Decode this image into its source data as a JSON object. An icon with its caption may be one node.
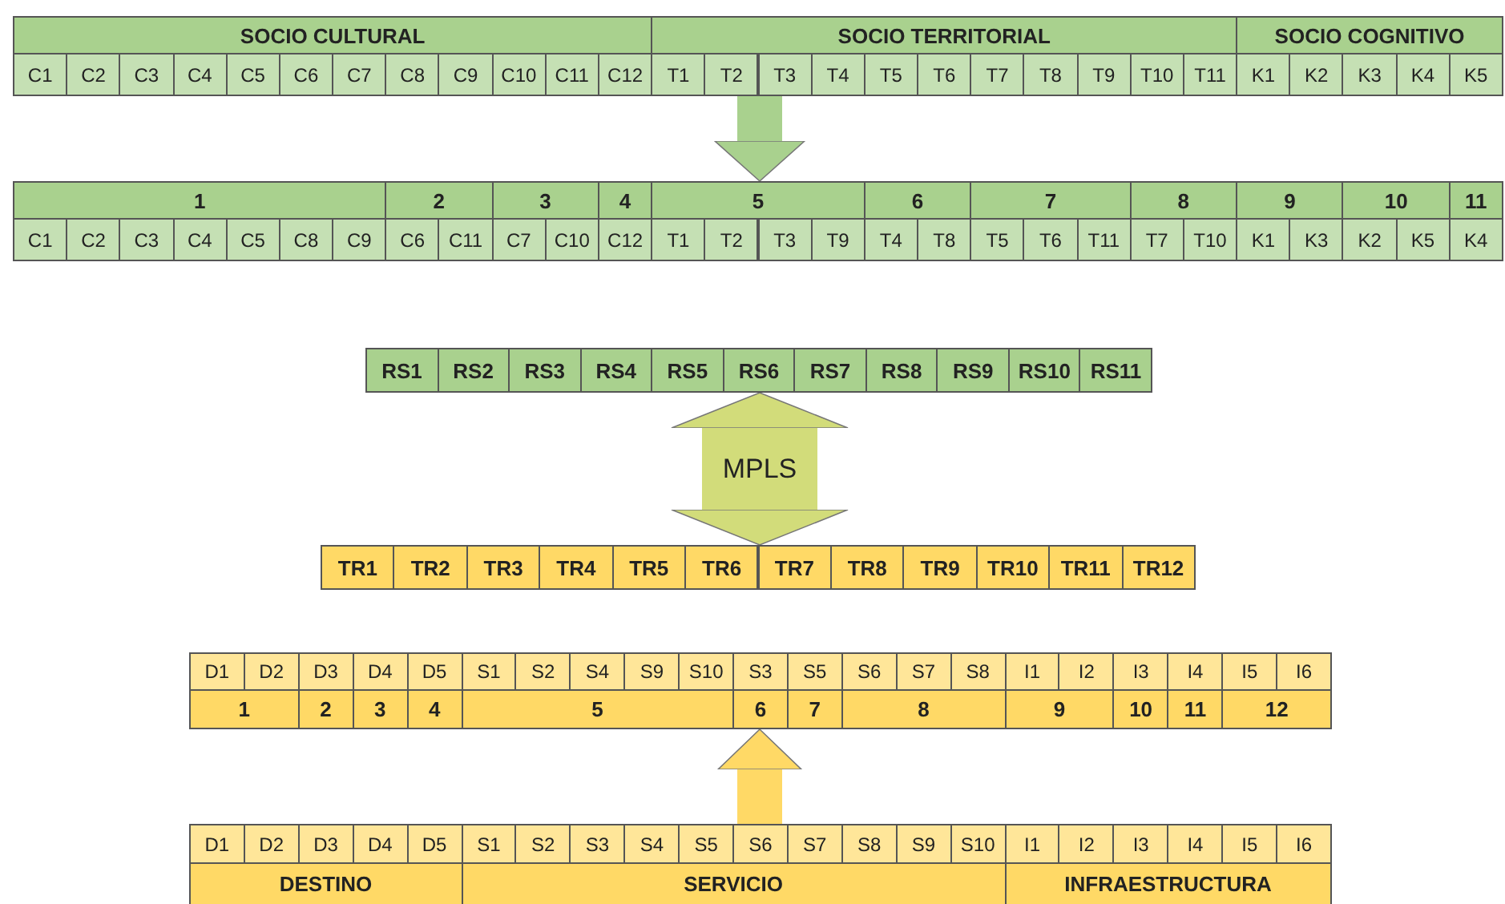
{
  "diagram": {
    "nodes": [
      {
        "text": [
          "SOCIO CULTURAL",
          "SOCIO TERRITORIAL",
          "SOCIO COGNITIVO",
          "C1",
          "C2",
          "C3",
          "C4",
          "C5",
          "C6",
          "C7",
          "C8",
          "C9",
          "C10",
          "C11",
          "C12",
          "T1",
          "T2",
          "T3",
          "T4",
          "T5",
          "T6",
          "T7",
          "T8",
          "T9",
          "T10",
          "T11",
          "K1",
          "K2",
          "K3",
          "K4",
          "K5"
        ]
      },
      {
        "text": [
          "1",
          "2",
          "3",
          "4",
          "5",
          "6",
          "7",
          "8",
          "9",
          "10",
          "11",
          "C1",
          "C2",
          "C3",
          "C4",
          "C5",
          "C8",
          "C9",
          "C6",
          "C11",
          "C7",
          "C10",
          "C12",
          "T1",
          "T2",
          "T3",
          "T9",
          "T4",
          "T8",
          "T5",
          "T6",
          "T11",
          "T7",
          "T10",
          "K1",
          "K3",
          "K2",
          "K5",
          "K4"
        ]
      },
      {
        "text": [
          "RS1",
          "RS2",
          "RS3",
          "RS4",
          "RS5",
          "RS6",
          "RS7",
          "RS8",
          "RS9",
          "RS10",
          "RS11"
        ]
      },
      {
        "text": [
          "TR1",
          "TR2",
          "TR3",
          "TR4",
          "TR5",
          "TR6",
          "TR7",
          "TR8",
          "TR9",
          "TR10",
          "TR11",
          "TR12"
        ]
      },
      {
        "text": [
          "D1",
          "D2",
          "D3",
          "D4",
          "D5",
          "S1",
          "S2",
          "S4",
          "S9",
          "S10",
          "S3",
          "S5",
          "S6",
          "S7",
          "S8",
          "I1",
          "I2",
          "I3",
          "I4",
          "I5",
          "I6",
          "1",
          "2",
          "3",
          "4",
          "5",
          "6",
          "7",
          "8",
          "9",
          "10",
          "11",
          "12"
        ]
      },
      {
        "text": [
          "D1",
          "D2",
          "D3",
          "D4",
          "D5",
          "S1",
          "S2",
          "S3",
          "S4",
          "S5",
          "S6",
          "S7",
          "S8",
          "S9",
          "S10",
          "I1",
          "I2",
          "I3",
          "I4",
          "I5",
          "I6",
          "DESTINO",
          "SERVICIO",
          "INFRAESTRUCTURA"
        ]
      }
    ],
    "edges": [
      {
        "from": 0,
        "to": 1,
        "arrow": "to",
        "color": "#a9d18e"
      },
      {
        "from": 2,
        "to": 3,
        "arrow": "both",
        "label": "MPLS",
        "style": "thick",
        "color": "#d2dc7a"
      },
      {
        "from": 5,
        "to": 4,
        "arrow": "to",
        "color": "#ffd966"
      }
    ]
  }
}
